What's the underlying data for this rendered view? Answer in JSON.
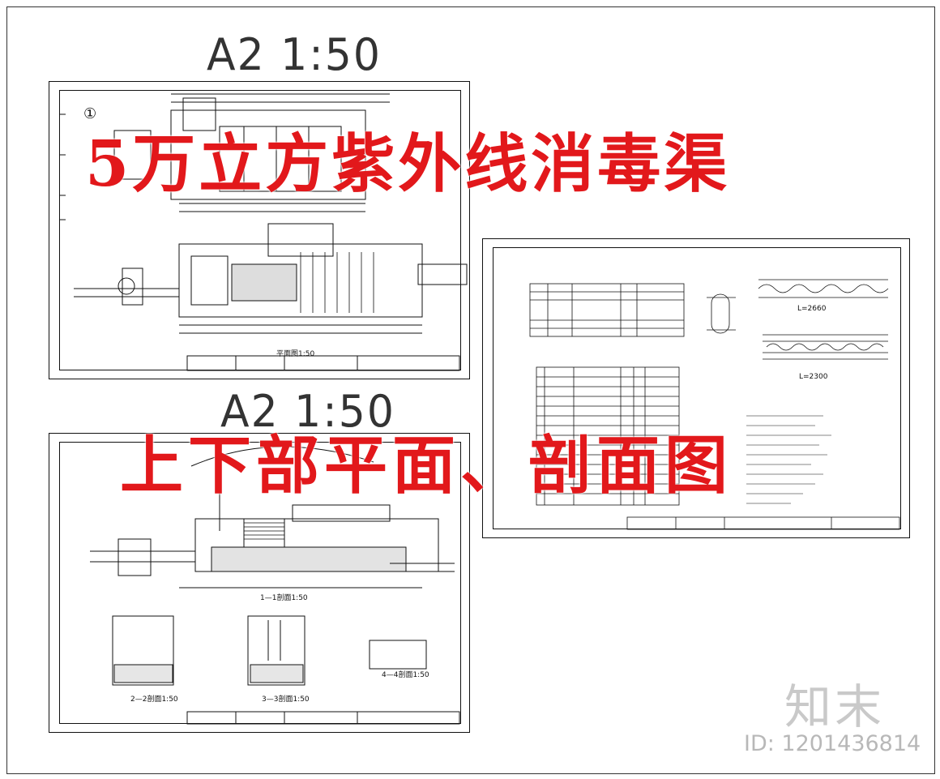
{
  "scale_labels": [
    "A2 1:50",
    "A2 1:50"
  ],
  "overlay": {
    "title_main": "5万立方紫外线消毒渠",
    "title_sub": "上下部平面、剖面图"
  },
  "drawing_labels": {
    "plan_1": "①",
    "section_1": "1—1剖面1:50",
    "section_2": "2—2剖面1:50",
    "section_3": "3—3剖面1:50",
    "section_4": "4—4剖面1:50",
    "plan_lower": "平面图1:50",
    "length_1": "L=2660",
    "length_2": "L=2300"
  },
  "watermark": {
    "logo": "知末",
    "id": "ID: 1201436814"
  },
  "colors": {
    "title_red": "#e2181b",
    "line": "#111111",
    "watermark": "#c9c9c9"
  }
}
